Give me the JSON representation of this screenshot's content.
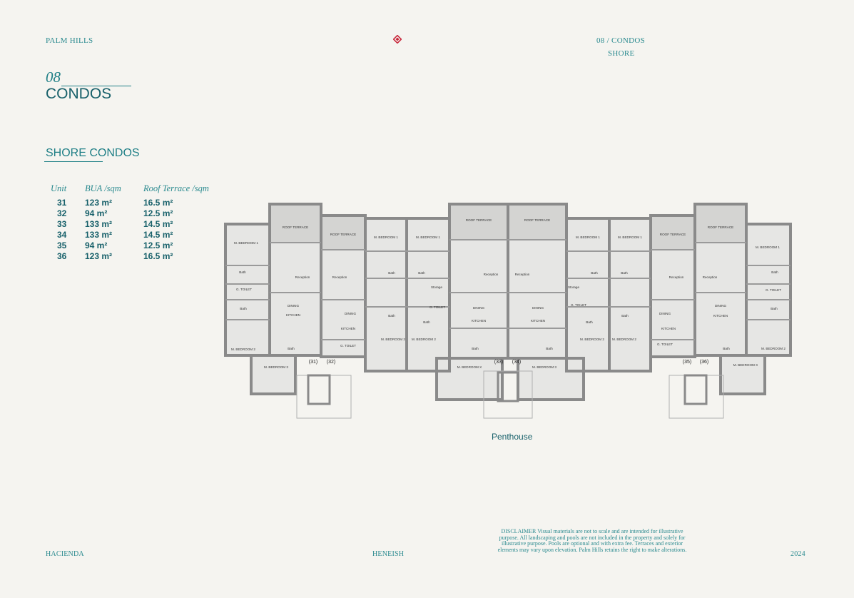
{
  "header": {
    "brand": "PALM HILLS",
    "page_ref": "08 / CONDOS",
    "page_sub": "SHORE"
  },
  "section": {
    "number": "08",
    "title": "CONDOS",
    "subtitle": "SHORE CONDOS"
  },
  "table": {
    "columns": [
      "Unit",
      "BUA /sqm",
      "Roof Terrace /sqm"
    ],
    "rows": [
      {
        "unit": "31",
        "bua": "123 m²",
        "roof": "16.5 m²"
      },
      {
        "unit": "32",
        "bua": "94 m²",
        "roof": "12.5 m²"
      },
      {
        "unit": "33",
        "bua": "133 m²",
        "roof": "14.5 m²"
      },
      {
        "unit": "34",
        "bua": "133 m²",
        "roof": "14.5 m²"
      },
      {
        "unit": "35",
        "bua": "94 m²",
        "roof": "12.5 m²"
      },
      {
        "unit": "36",
        "bua": "123 m²",
        "roof": "16.5 m²"
      }
    ]
  },
  "floorplan": {
    "caption": "Penthouse",
    "unit_labels": [
      "(31)",
      "(32)",
      "(33)",
      "(34)",
      "(35)",
      "(36)"
    ],
    "room_labels": {
      "roof_terrace": "ROOF TERRACE",
      "master_bedroom_1": "M. BEDROOM 1",
      "master_bedroom_2": "M. BEDROOM 2",
      "master_bedroom_3": "M. BEDROOM 3",
      "master_bedroom_x": "M. BEDROOM X",
      "bath": "Bath",
      "reception": "Reception",
      "guest_toilet": "G. TOILET",
      "dining": "DINING",
      "kitchen": "KITCHEN",
      "storage": "Storage"
    }
  },
  "disclaimer": "DISCLAIMER Visual materials are not to scale and are intended for illustrative purpose. All landscaping and pools are not included in the property and solely for illustrative purpose. Pools are optional and with extra fee. Terraces and exterior elements may vary upon elevation. Palm Hills retains the right to make alterations.",
  "footer": {
    "left": "HACIENDA",
    "center": "HENEISH",
    "right": "2024"
  },
  "colors": {
    "accent": "#1f7f86",
    "logo": "#c8283c",
    "wall": "#8a8a8a",
    "room_fill": "#e6e6e4"
  }
}
